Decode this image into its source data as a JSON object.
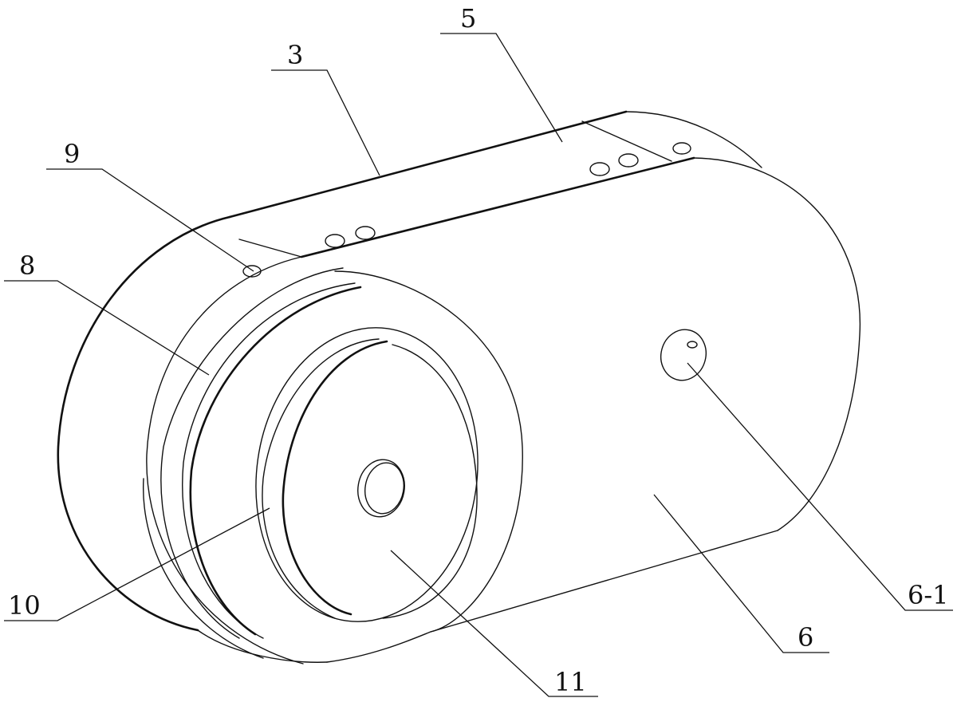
{
  "diagram": {
    "callouts": [
      {
        "id": "c3",
        "text": "3"
      },
      {
        "id": "c5",
        "text": "5"
      },
      {
        "id": "c9",
        "text": "9"
      },
      {
        "id": "c8",
        "text": "8"
      },
      {
        "id": "c10",
        "text": "10"
      },
      {
        "id": "c11",
        "text": "11"
      },
      {
        "id": "c6",
        "text": "6"
      },
      {
        "id": "c6-1",
        "text": "6-1"
      }
    ]
  },
  "colors": {
    "line": "#111111",
    "background": "#ffffff"
  }
}
